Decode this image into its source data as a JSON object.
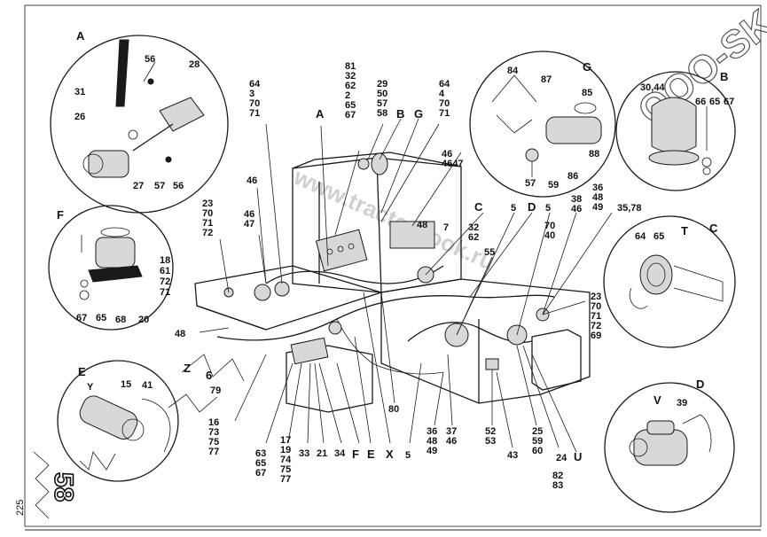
{
  "page_number": "225",
  "plate_number": "58",
  "watermark": "www.tractorbook.ru",
  "corner_logo": "OOO-SK",
  "insets": {
    "A": {
      "letter": "A",
      "parts": [
        "56",
        "28",
        "31",
        "26",
        "27",
        "57",
        "56"
      ]
    },
    "B": {
      "letter": "B",
      "parts": [
        "30,44",
        "66",
        "65",
        "67"
      ]
    },
    "C": {
      "letter": "C",
      "parts": [
        "64",
        "65",
        "T"
      ]
    },
    "D": {
      "letter": "D",
      "parts": [
        "V",
        "39"
      ]
    },
    "E": {
      "letter": "E",
      "parts": [
        "Y",
        "15",
        "41"
      ]
    },
    "F": {
      "letter": "F",
      "parts": [
        "18",
        "61",
        "72",
        "71",
        "20",
        "68",
        "65",
        "67"
      ]
    },
    "G": {
      "letter": "G",
      "parts": [
        "84",
        "87",
        "85",
        "88",
        "86",
        "57",
        "59"
      ]
    }
  },
  "callouts": {
    "c1": "81\n32\n62\n2\n65\n67",
    "c2": "29\n50\n57\n58",
    "c3": "64\n4\n70\n71",
    "c4": "64\n3\n70\n71",
    "c5": "A",
    "c6": "B",
    "c7": "G",
    "c8": "46",
    "c9": "46\n47",
    "c10": "23\n70\n71\n72",
    "c11": "46\n4647",
    "c12": "48",
    "c13": "7",
    "c14": "C",
    "c15": "32\n62",
    "c16": "5",
    "c17": "D",
    "c18": "5",
    "c19": "70\n40",
    "c20": "38\n46",
    "c21": "36\n48\n49",
    "c22": "35,78",
    "c23": "55",
    "c24": "23\n70\n71\n72\n69",
    "c25": "48",
    "c26": "Z",
    "c27": "6",
    "c28": "79",
    "c29": "16\n73\n75\n77",
    "c30": "63\n65\n67",
    "c31": "17\n19\n74\n75\n77",
    "c32": "33",
    "c33": "21",
    "c34": "34",
    "c35": "F",
    "c36": "E",
    "c37": "X",
    "c38": "80",
    "c39": "5",
    "c40": "36\n48\n49",
    "c41": "37\n46",
    "c42": "52\n53",
    "c43": "43",
    "c44": "25\n59\n60",
    "c45": "24",
    "c46": "82\n83",
    "c47": "U"
  }
}
